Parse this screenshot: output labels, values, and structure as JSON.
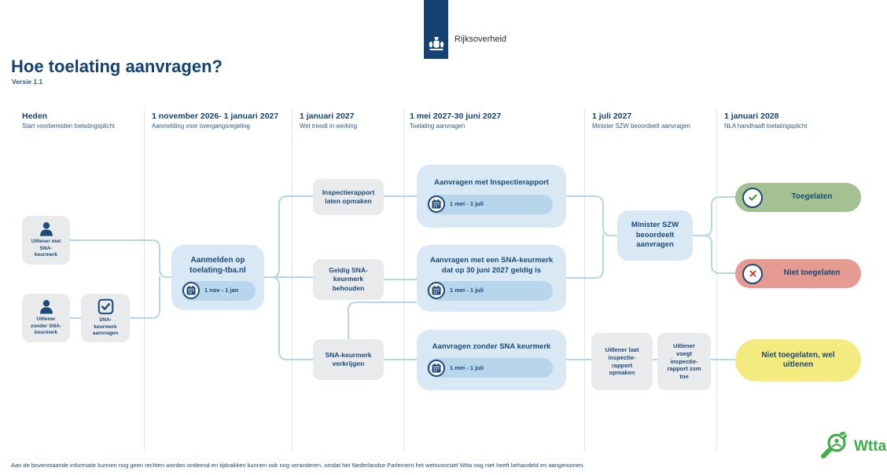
{
  "header": {
    "logo_text": "Rijksoverheid",
    "title": "Hoe toelating aanvragen?",
    "version": "Versie 1.1"
  },
  "timeline": {
    "columns": [
      {
        "date": "Heden",
        "subtitle": "Start voorbereiden toelatingsplicht"
      },
      {
        "date": "1 november 2026- 1 januari 2027",
        "subtitle": "Aanmelding voor overgangsregeling"
      },
      {
        "date": "1 januari 2027",
        "subtitle": "Wet treedt in werking"
      },
      {
        "date": "1 mei 2027-30 juni 2027",
        "subtitle": "Toelating aanvragen"
      },
      {
        "date": "1 juli 2027",
        "subtitle": "Minister SZW beoordeelt aanvragen"
      },
      {
        "date": "1 januari 2028",
        "subtitle": "NLA handhaaft toelatingsplicht"
      }
    ]
  },
  "nodes": {
    "uitlener_met": {
      "label": "Uitlener met SNA-keurmerk"
    },
    "uitlener_zonder": {
      "label": "Uitlener zonder SNA-keurmerk"
    },
    "sna_aanvragen": {
      "label": "SNA-keurmerk aanvragen"
    },
    "aanmelden": {
      "label": "Aanmelden op toelating-tba.nl",
      "period": "1 nov - 1 jan"
    },
    "inspectierapport": {
      "label": "Inspectierapport laten opmaken"
    },
    "geldig_sna": {
      "label": "Geldig SNA-keurmerk behouden"
    },
    "sna_verkrijgen": {
      "label": "SNA-keurmerk verkrijgen"
    },
    "aanvragen_inspectie": {
      "label": "Aanvragen met Inspectierapport",
      "period": "1 mei - 1 juli"
    },
    "aanvragen_sna": {
      "label": "Aanvragen met een SNA-keurmerk dat op 30 juni 2027 geldig is",
      "period": "1 mei - 1 juli"
    },
    "aanvragen_zonder": {
      "label": "Aanvragen zonder SNA keurmerk",
      "period": "1 mei - 1 juli"
    },
    "minister": {
      "label": "Minister SZW beoordeelt aanvragen"
    },
    "uitlener_laat": {
      "label": "Uitlener laat inspectie-rapport opmaken"
    },
    "uitlener_voegt": {
      "label": "Uitlener voegt inspectie-rapport zsm toe"
    },
    "toegelaten": {
      "label": "Toegelaten"
    },
    "niet_toegelaten": {
      "label": "Niet toegelaten"
    },
    "niet_toegelaten_wel": {
      "label": "Niet toegelaten, wel uitlenen"
    }
  },
  "footer": {
    "disclaimer": "Aan de bovenstaande informatie kunnen nog geen rechten worden ontleend en tijdvakken kunnen ook nog veranderen, omdat het Nederlandse Parlement het wetsvoorstel Wtta nog niet heeft behandeld en aangenomen.",
    "wtta_label": "Wtta"
  },
  "colors": {
    "navy": "#15426e",
    "light_blue_box": "#d8e8f4",
    "pill_blue": "#b7d5eb",
    "gray_box": "#e9eaec",
    "green_pill": "#a3c191",
    "red_pill": "#e59a92",
    "yellow_pill": "#f4eb80",
    "connector": "#b7d5ea",
    "check_green": "#3f9b35",
    "cross_red": "#d6332b",
    "wtta_green": "#3fae49"
  }
}
